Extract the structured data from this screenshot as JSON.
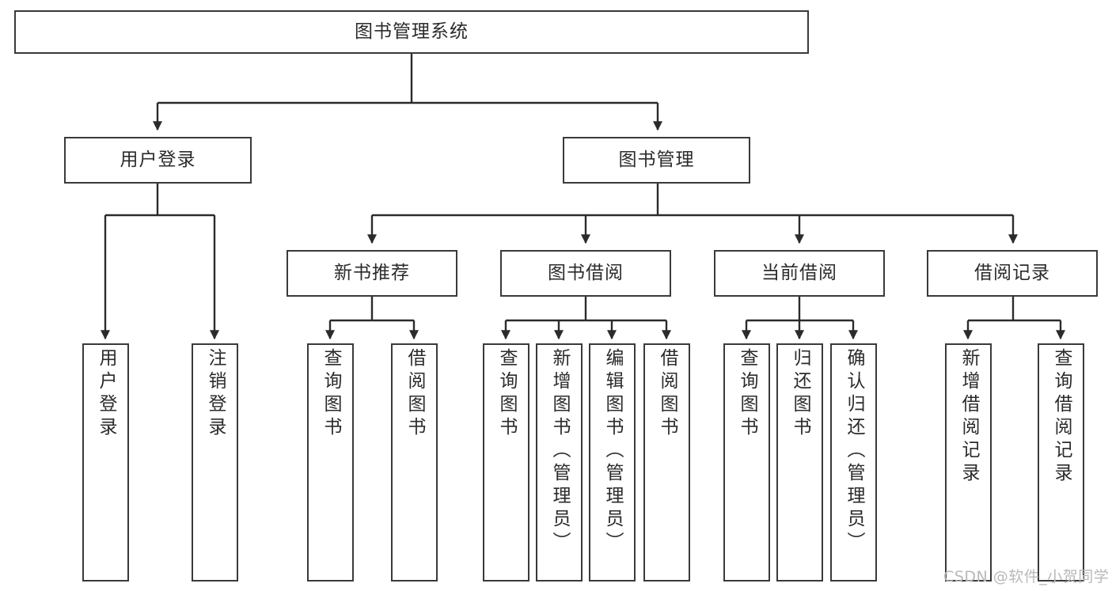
{
  "diagram": {
    "title": "图书管理系统",
    "type": "tree-hierarchy",
    "colors": {
      "box_border": "#3a3a3a",
      "box_fill": "#ffffff",
      "edge": "#2b2b2b",
      "text": "#2b2b2b",
      "watermark": "#b9b9b9",
      "background": "#ffffff"
    },
    "nodes": {
      "root": {
        "label": "图书管理系统"
      },
      "level2": [
        {
          "id": "user-login",
          "label": "用户登录"
        },
        {
          "id": "book-manage",
          "label": "图书管理"
        }
      ],
      "level3": [
        {
          "id": "new-book-recommend",
          "label": "新书推荐"
        },
        {
          "id": "book-borrow",
          "label": "图书借阅"
        },
        {
          "id": "current-borrow",
          "label": "当前借阅"
        },
        {
          "id": "borrow-record",
          "label": "借阅记录"
        }
      ],
      "leaves": {
        "user_login": [
          {
            "id": "leaf-user-login",
            "label": "用户登录"
          },
          {
            "id": "leaf-logout-login",
            "label": "注销登录"
          }
        ],
        "new_book_recommend": [
          {
            "id": "leaf-query-book-1",
            "label": "查询图书"
          },
          {
            "id": "leaf-borrow-book-1",
            "label": "借阅图书"
          }
        ],
        "book_borrow": [
          {
            "id": "leaf-query-book-2",
            "label": "查询图书"
          },
          {
            "id": "leaf-add-book",
            "label": "新增图书（管理员）"
          },
          {
            "id": "leaf-edit-book",
            "label": "编辑图书（管理员）"
          },
          {
            "id": "leaf-borrow-book-2",
            "label": "借阅图书"
          }
        ],
        "current_borrow": [
          {
            "id": "leaf-query-book-3",
            "label": "查询图书"
          },
          {
            "id": "leaf-return-book",
            "label": "归还图书"
          },
          {
            "id": "leaf-confirm-return",
            "label": "确认归还（管理员）"
          }
        ],
        "borrow_record": [
          {
            "id": "leaf-add-record",
            "label": "新增借阅记录"
          },
          {
            "id": "leaf-query-record",
            "label": "查询借阅记录"
          }
        ]
      }
    },
    "watermark": "CSDN @软件_小贺同学"
  }
}
